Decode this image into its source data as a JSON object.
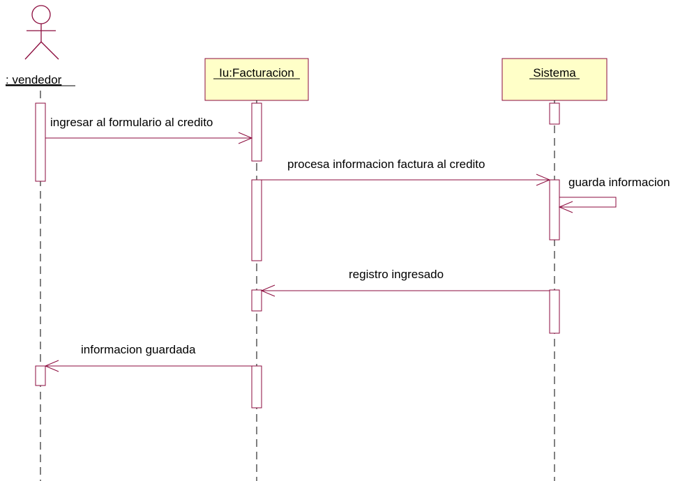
{
  "colors": {
    "line": "#8b0a3c",
    "object_fill": "#ffffc8",
    "lifeline": "#000000",
    "background": "#ffffff"
  },
  "actor": {
    "label": ": vendedor",
    "icon": "stick-figure-actor-icon"
  },
  "objects": [
    {
      "label": "Iu:Facturacion"
    },
    {
      "label": "Sistema"
    }
  ],
  "messages": [
    {
      "label": "ingresar al formulario al credito",
      "from": ": vendedor",
      "to": "Iu:Facturacion"
    },
    {
      "label": "procesa informacion factura al credito",
      "from": "Iu:Facturacion",
      "to": "Sistema"
    },
    {
      "label": "guarda informacion",
      "from": "Sistema",
      "to": "Sistema"
    },
    {
      "label": "registro ingresado",
      "from": "Sistema",
      "to": "Iu:Facturacion"
    },
    {
      "label": "informacion guardada",
      "from": "Iu:Facturacion",
      "to": ": vendedor"
    }
  ]
}
